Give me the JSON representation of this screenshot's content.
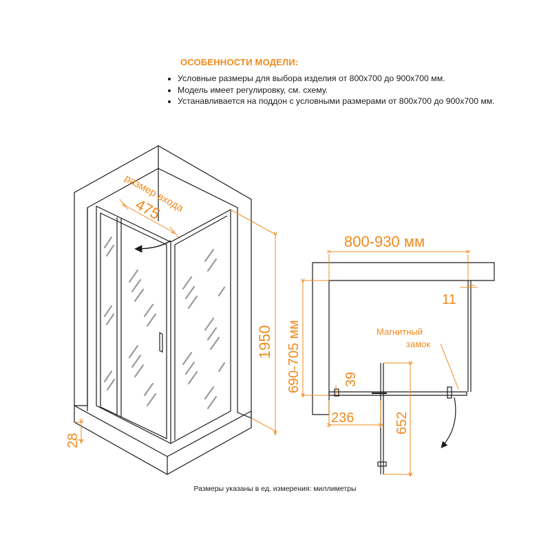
{
  "features": {
    "heading": "ОСОБЕННОСТИ МОДЕЛИ:",
    "items": [
      "Условные размеры для выбора изделия от 800x700 до 900x700 мм.",
      "Модель имеет регулировку, см. схему.",
      "Устанавливается на поддон с условными размерами от 800x700 до 900x700 мм."
    ]
  },
  "iso_view": {
    "entry_label": "размер входа",
    "entry_width": "475",
    "height": "1950",
    "base_height": "28"
  },
  "plan_view": {
    "width_range": "800-930 мм",
    "depth_range": "690-705 мм",
    "offset_11": "11",
    "lock_label_line1": "Магнитный",
    "lock_label_line2": "замок",
    "dim_39": "39",
    "dim_236": "236",
    "dim_652": "652"
  },
  "footnote": "Размеры указаны в ед. измерения: миллиметры",
  "colors": {
    "accent": "#f08a1c",
    "line": "#1a1a1a",
    "glass_pattern": "#9a9a9a"
  }
}
